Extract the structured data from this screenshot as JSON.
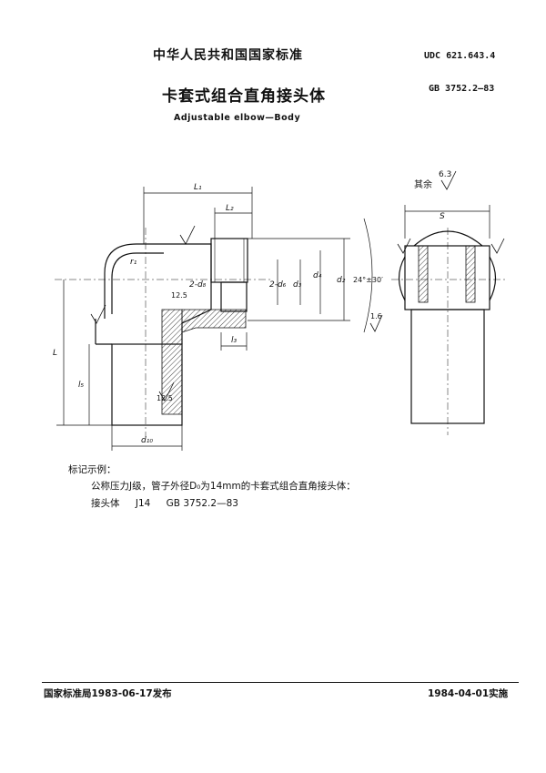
{
  "header": {
    "standard_country": "中华人民共和国国家标准",
    "udc": "UDC  621.643.4",
    "title_cn": "卡套式组合直角接头体",
    "gb_code": "GB  3752.2—83",
    "title_en": "Adjustable elbow—Body"
  },
  "drawing_labels": {
    "L1": "L₁",
    "L2": "L₂",
    "L": "L",
    "l5": "l₅",
    "l3": "l₃",
    "d10": "d₁₀",
    "d3": "d₃",
    "d4": "d₄",
    "d2": "d₂",
    "two_d8": "2-d₈",
    "two_d6": "2-d₆",
    "r1": "r₁",
    "S": "S",
    "angle": "24°±30′",
    "rough_125_a": "12.5",
    "rough_125_b": "12.5",
    "rough_16": "1.6",
    "rough_63": "6.3",
    "other_label": "其余"
  },
  "example": {
    "heading": "标记示例：",
    "line1": "公称压力J级，管子外径D₀为14mm的卡套式组合直角接头体：",
    "line2_parts": [
      "接头体",
      "J14",
      "GB  3752.2—83"
    ]
  },
  "footer": {
    "issued": "国家标准局1983-06-17发布",
    "effective": "1984-04-01实施"
  }
}
